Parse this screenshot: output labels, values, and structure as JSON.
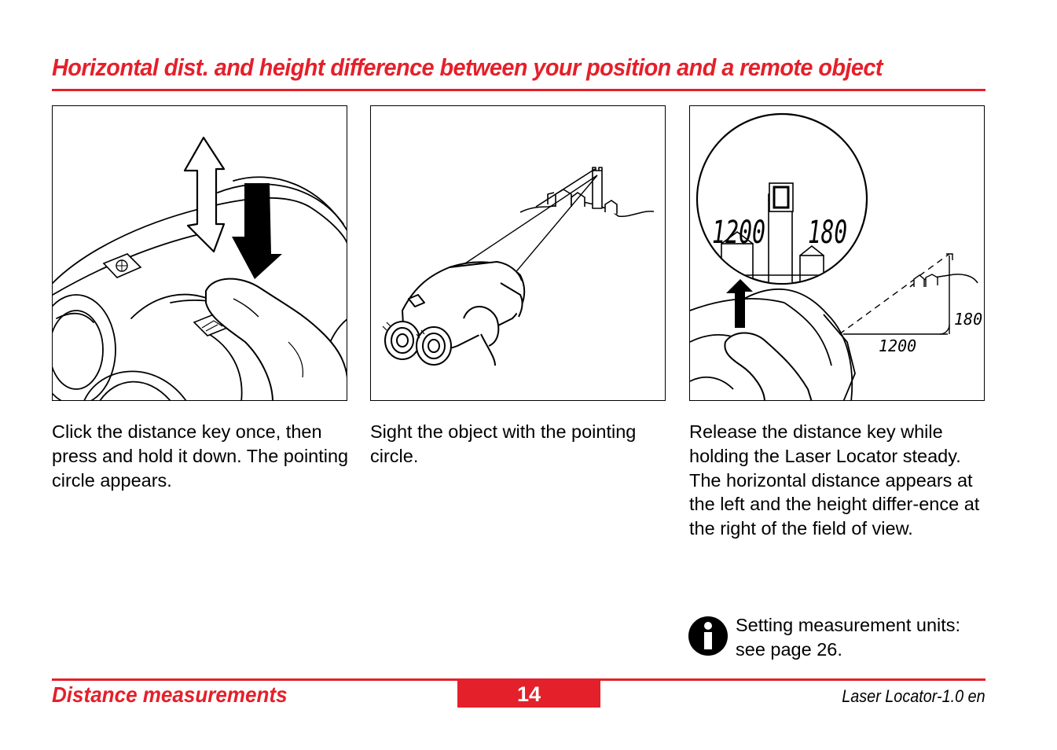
{
  "page": {
    "title": "Horizontal dist. and height difference between your position and a remote object",
    "accent_color": "#e4202a"
  },
  "panels": [
    {
      "caption": "Click the distance key once, then press and hold it down. The pointing circle appears.",
      "icons": [
        "up-down-arrow-icon",
        "press-down-arrow-icon",
        "finger-icon",
        "distance-key-icon"
      ]
    },
    {
      "caption": "Sight the object with the pointing circle.",
      "icons": [
        "binoculars-icon",
        "castle-on-hill-icon",
        "sight-line-icon"
      ]
    },
    {
      "caption": "Release the distance key while holding the Laser Locator steady.\nThe horizontal distance appears at the left and the height differ-ence at the right of the field of view.",
      "display": {
        "horizontal_distance": "1200",
        "height_difference": "180"
      },
      "diagram_labels": {
        "distance": "1200",
        "height": "180"
      },
      "icons": [
        "viewfinder-circle-icon",
        "release-arrow-icon"
      ]
    }
  ],
  "note": {
    "icon": "info-icon",
    "text": "Setting measurement units: see page 26."
  },
  "footer": {
    "section": "Distance measurements",
    "page_number": "14",
    "product": "Laser Locator-1.0 en"
  }
}
